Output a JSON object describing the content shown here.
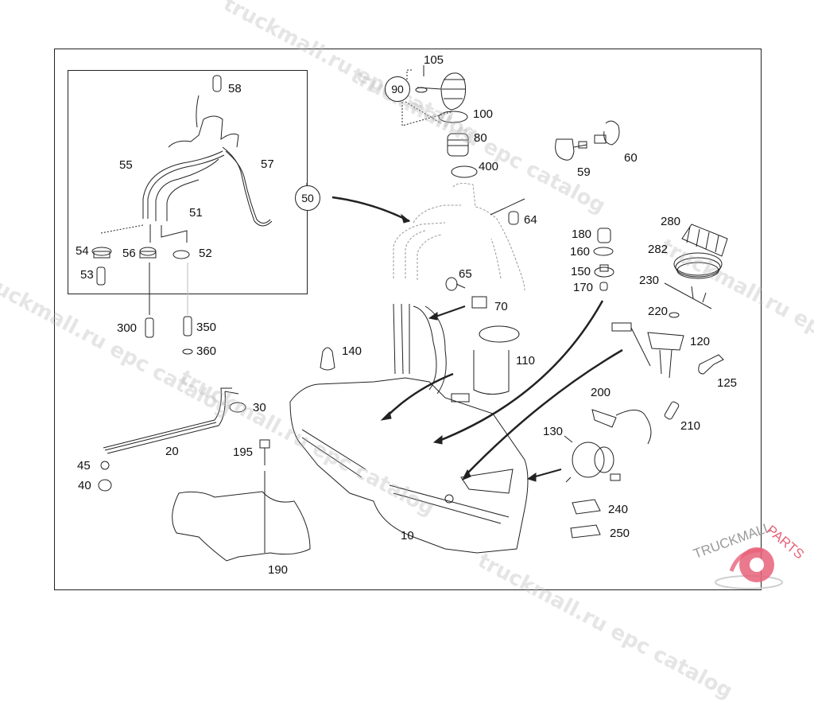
{
  "diagram": {
    "title": "Fuel tank assembly parts diagram",
    "watermark": "truckmall.ru epc catalog",
    "logo": {
      "left": "TRUCKMALL",
      "right": "PARTS",
      "brand_color": "#e8627a",
      "gray_color": "#9a9a9a"
    },
    "callouts_circled": [
      "50",
      "90"
    ],
    "inset_labels": [
      "58",
      "55",
      "57",
      "51",
      "54",
      "56",
      "52",
      "53"
    ],
    "labels": {
      "p105": "105",
      "p90": "90",
      "p100": "100",
      "p80": "80",
      "p400": "400",
      "p59": "59",
      "p60": "60",
      "p64": "64",
      "p50": "50",
      "p58": "58",
      "p55": "55",
      "p57": "57",
      "p51": "51",
      "p54": "54",
      "p56": "56",
      "p52": "52",
      "p53": "53",
      "p300": "300",
      "p350": "350",
      "p360": "360",
      "p180": "180",
      "p160": "160",
      "p150": "150",
      "p170": "170",
      "p280": "280",
      "p282": "282",
      "p230": "230",
      "p220": "220",
      "p120": "120",
      "p125": "125",
      "p65": "65",
      "p70": "70",
      "p140": "140",
      "p110": "110",
      "p30": "30",
      "p20": "20",
      "p45": "45",
      "p40": "40",
      "p195": "195",
      "p190": "190",
      "p10": "10",
      "p200": "200",
      "p210": "210",
      "p130": "130",
      "p240": "240",
      "p250": "250"
    }
  }
}
